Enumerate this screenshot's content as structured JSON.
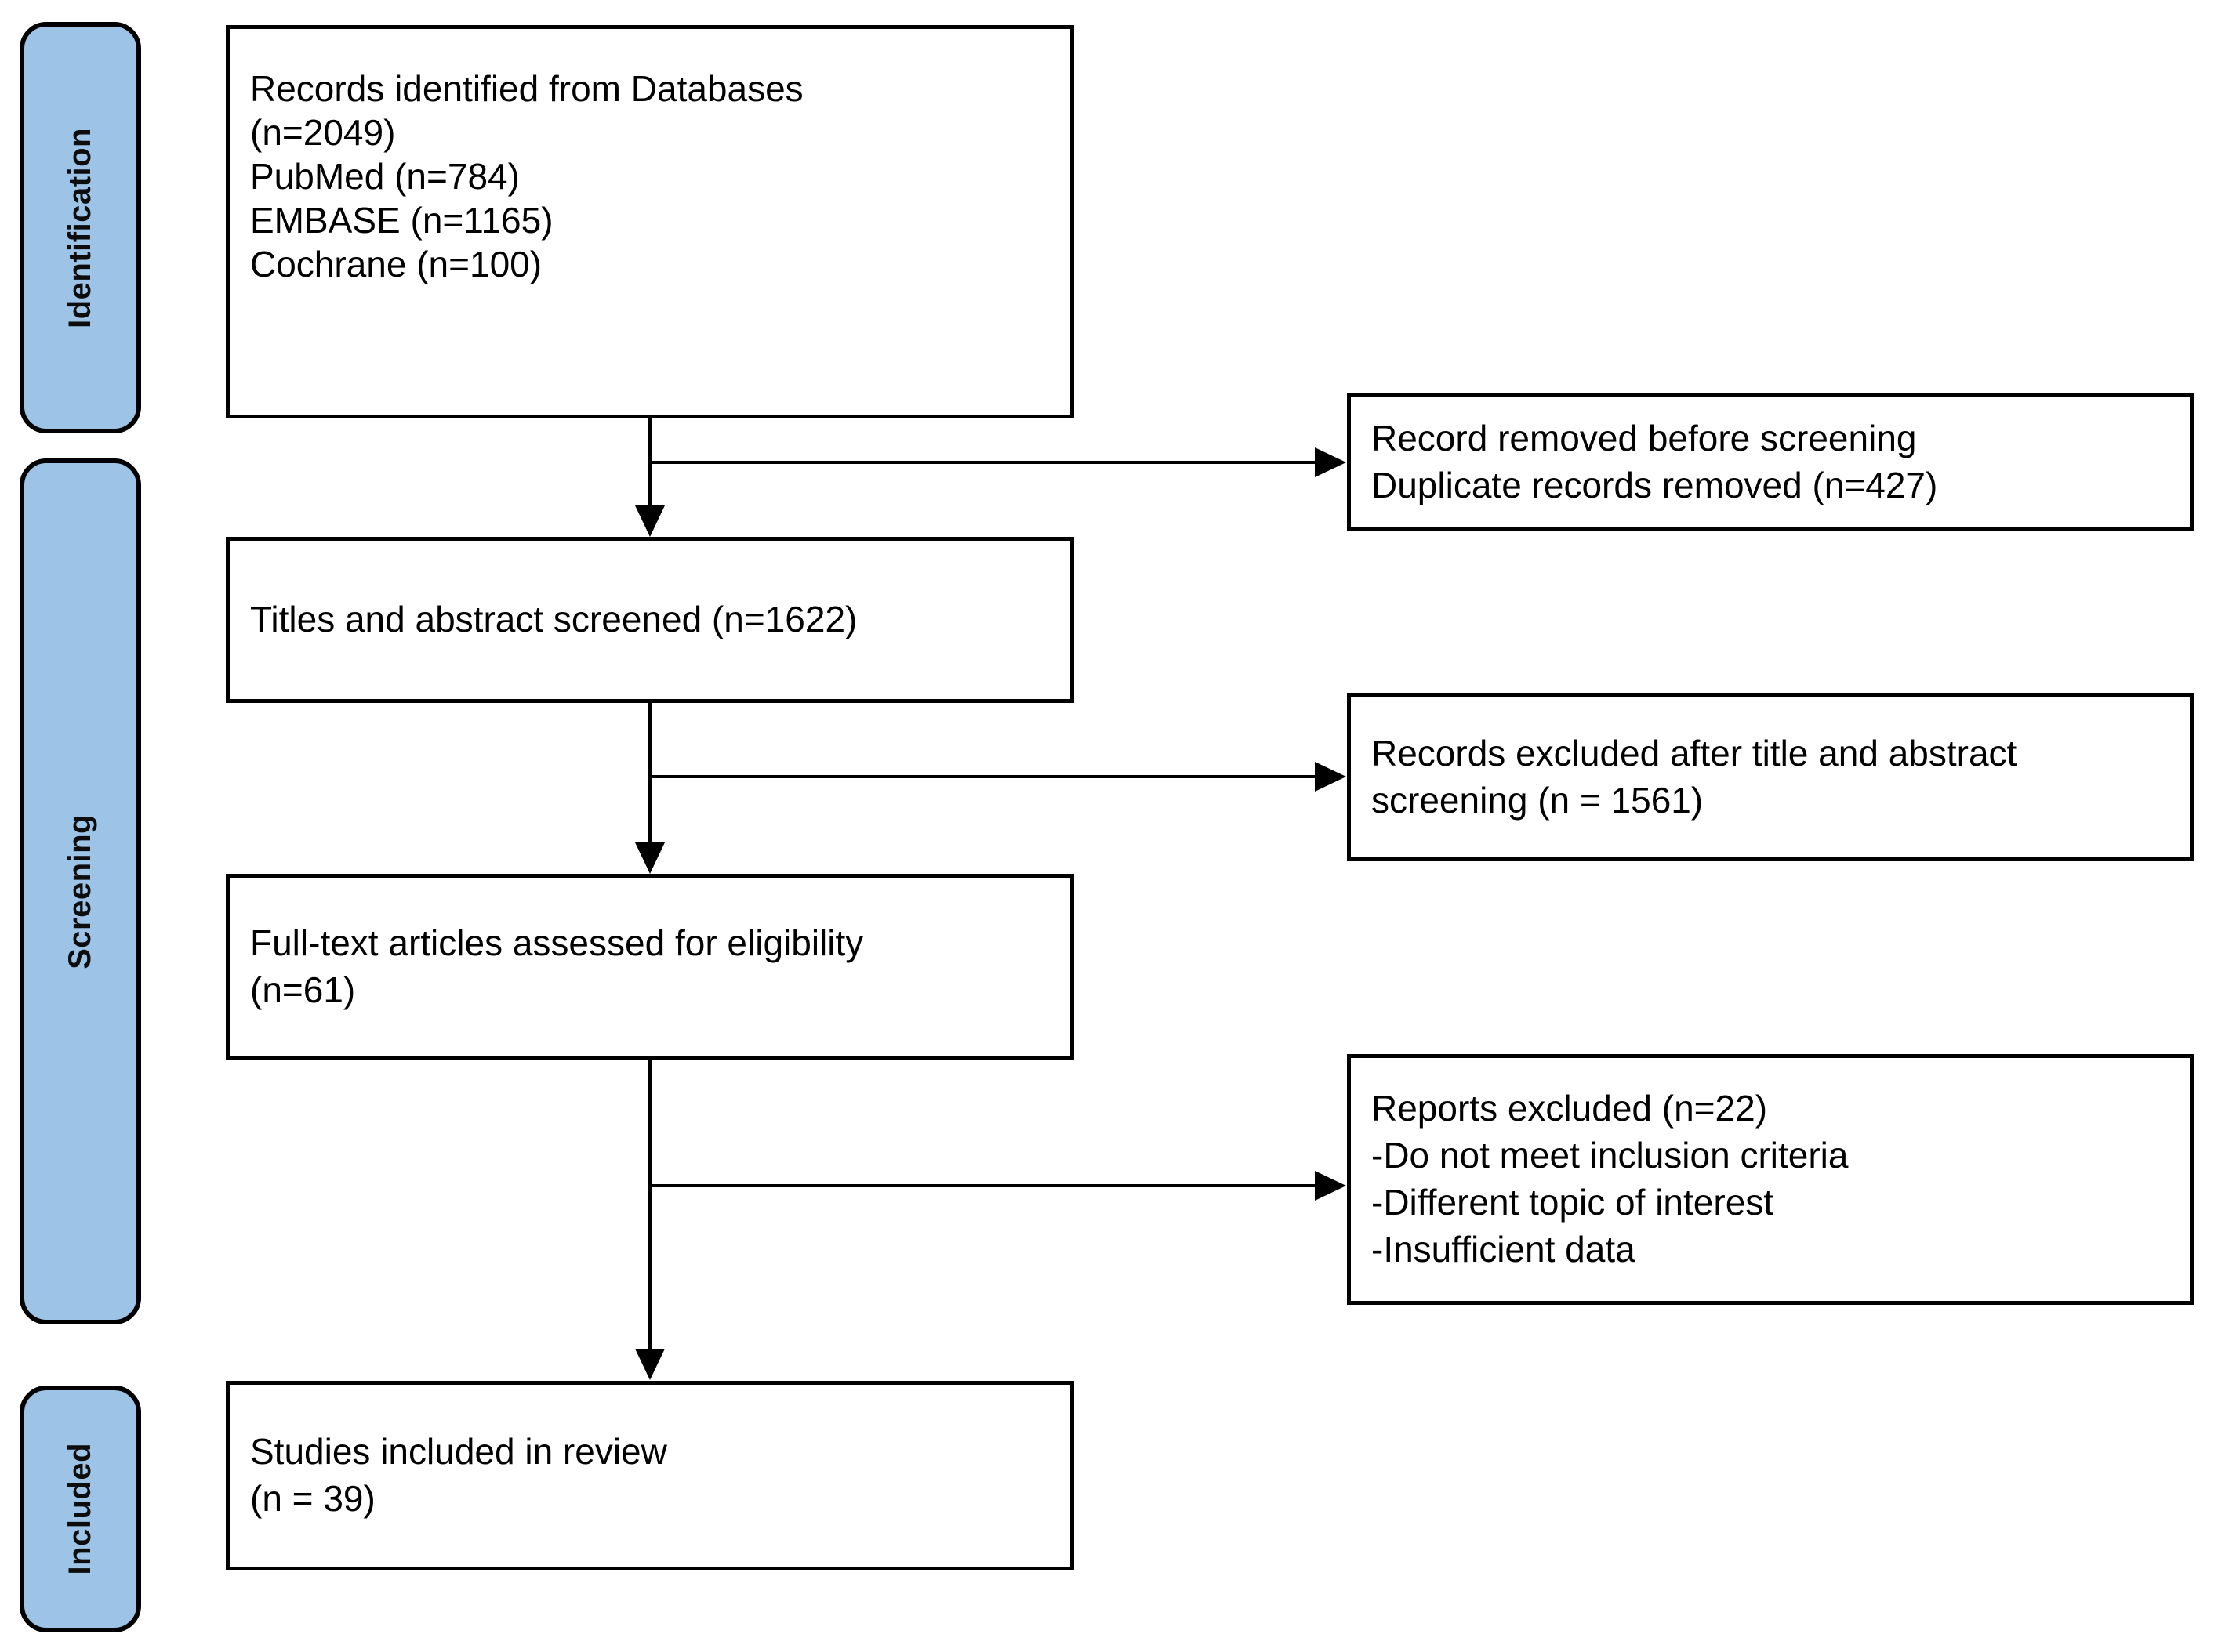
{
  "diagram": {
    "type": "prisma-flow-diagram",
    "accent_color": "#9DC3E6",
    "line_color": "#000000",
    "background": "#ffffff"
  },
  "stages": [
    {
      "label": "Identification"
    },
    {
      "label": "Screening"
    },
    {
      "label": "Included"
    }
  ],
  "boxes": {
    "identified": {
      "text": "Records identified from Databases\n(n=2049)\n PubMed (n=784)\n EMBASE (n=1165)\n Cochrane (n=100)"
    },
    "removed_before_screening": {
      "text": "Record removed before screening\n   Duplicate records removed (n=427)"
    },
    "titles_screened": {
      "text": "Titles and abstract screened (n=1622)"
    },
    "records_excluded": {
      "text": "Records excluded after title and abstract screening (n = 1561)"
    },
    "fulltext_assessed": {
      "text": "Full-text articles assessed for eligibility\n(n=61)"
    },
    "reports_excluded": {
      "text": "Reports excluded (n=22)\n-Do not meet inclusion criteria\n-Different topic of interest\n-Insufficient data"
    },
    "studies_included": {
      "text": "Studies included in review\n(n = 39)"
    }
  },
  "counts": {
    "records_identified_total": 2049,
    "pubmed": 784,
    "embase": 1165,
    "cochrane": 100,
    "duplicates_removed": 427,
    "titles_abstract_screened": 1622,
    "excluded_title_abstract": 1561,
    "fulltext_assessed": 61,
    "reports_excluded": 22,
    "studies_included": 39
  }
}
